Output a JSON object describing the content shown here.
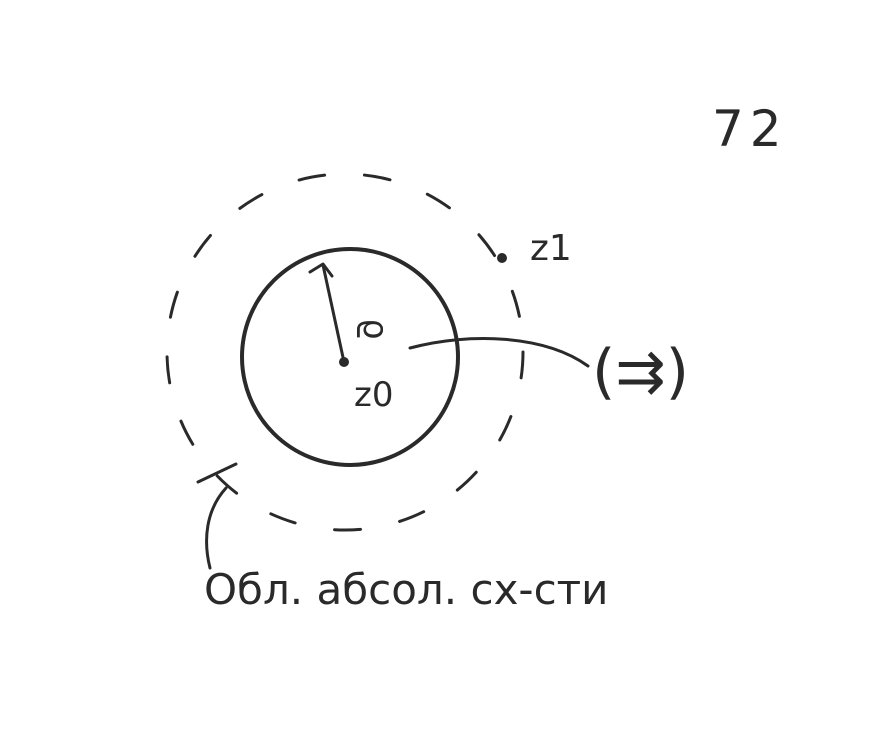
{
  "page_number": "72",
  "labels": {
    "z0": "z0",
    "z1": "z1",
    "rho": "ϱ",
    "arrow_note": "(⇉)",
    "region_caption": "Обл. абсол. сх-сти"
  },
  "colors": {
    "ink": "#2a2a2a",
    "paper": "#ffffff"
  }
}
